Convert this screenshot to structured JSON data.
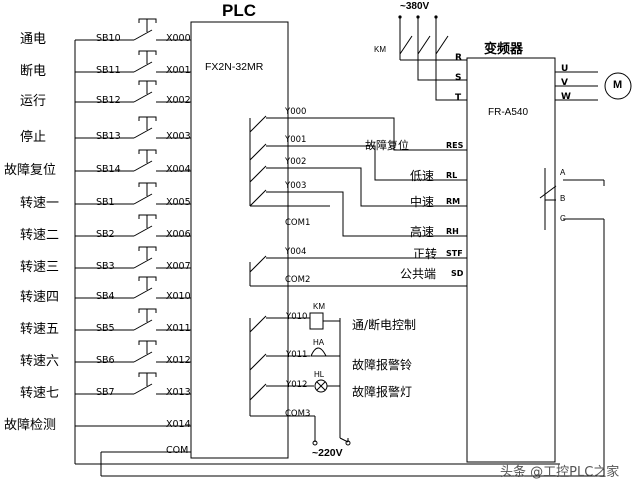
{
  "plc": {
    "title": "PLC",
    "model": "FX2N-32MR",
    "inputs": [
      {
        "label": "通电",
        "switch": "SB10",
        "terminal": "X000"
      },
      {
        "label": "断电",
        "switch": "SB11",
        "terminal": "X001"
      },
      {
        "label": "运行",
        "switch": "SB12",
        "terminal": "X002"
      },
      {
        "label": "停止",
        "switch": "SB13",
        "terminal": "X003"
      },
      {
        "label": "故障复位",
        "switch": "SB14",
        "terminal": "X004"
      },
      {
        "label": "转速一",
        "switch": "SB1",
        "terminal": "X005"
      },
      {
        "label": "转速二",
        "switch": "SB2",
        "terminal": "X006"
      },
      {
        "label": "转速三",
        "switch": "SB3",
        "terminal": "X007"
      },
      {
        "label": "转速四",
        "switch": "SB4",
        "terminal": "X010"
      },
      {
        "label": "转速五",
        "switch": "SB5",
        "terminal": "X011"
      },
      {
        "label": "转速六",
        "switch": "SB6",
        "terminal": "X012"
      },
      {
        "label": "转速七",
        "switch": "SB7",
        "terminal": "X013"
      },
      {
        "label": "故障检测",
        "switch": "",
        "terminal": "X014"
      }
    ],
    "com_input": "COM",
    "outputs": [
      {
        "terminal": "Y000",
        "function": "故障复位",
        "inv_terminal": "RES"
      },
      {
        "terminal": "Y001",
        "function": "低速",
        "inv_terminal": "RL"
      },
      {
        "terminal": "Y002",
        "function": "中速",
        "inv_terminal": "RM"
      },
      {
        "terminal": "Y003",
        "function": "高速",
        "inv_terminal": "RH"
      },
      {
        "terminal": "Y004",
        "function": "正转",
        "inv_terminal": "STF"
      }
    ],
    "com1": "COM1",
    "com2": "COM2",
    "com2_function": "公共端",
    "com2_inv_terminal": "SD",
    "loads": [
      {
        "terminal": "Y010",
        "device": "KM",
        "function": "通/断电控制"
      },
      {
        "terminal": "Y011",
        "device": "HA",
        "function": "故障报警铃"
      },
      {
        "terminal": "Y012",
        "device": "HL",
        "function": "故障报警灯"
      }
    ],
    "com3": "COM3",
    "ac_supply": "~220V"
  },
  "inverter": {
    "title": "变频器",
    "model": "FR-A540",
    "inputs": [
      "R",
      "S",
      "T"
    ],
    "outputs": [
      "U",
      "V",
      "W"
    ],
    "motor": "M",
    "relay_terminals": [
      "A",
      "B",
      "C"
    ]
  },
  "supply": {
    "voltage": "~380V",
    "contactor": "KM"
  },
  "watermark": "头条 @工控PLC之家"
}
